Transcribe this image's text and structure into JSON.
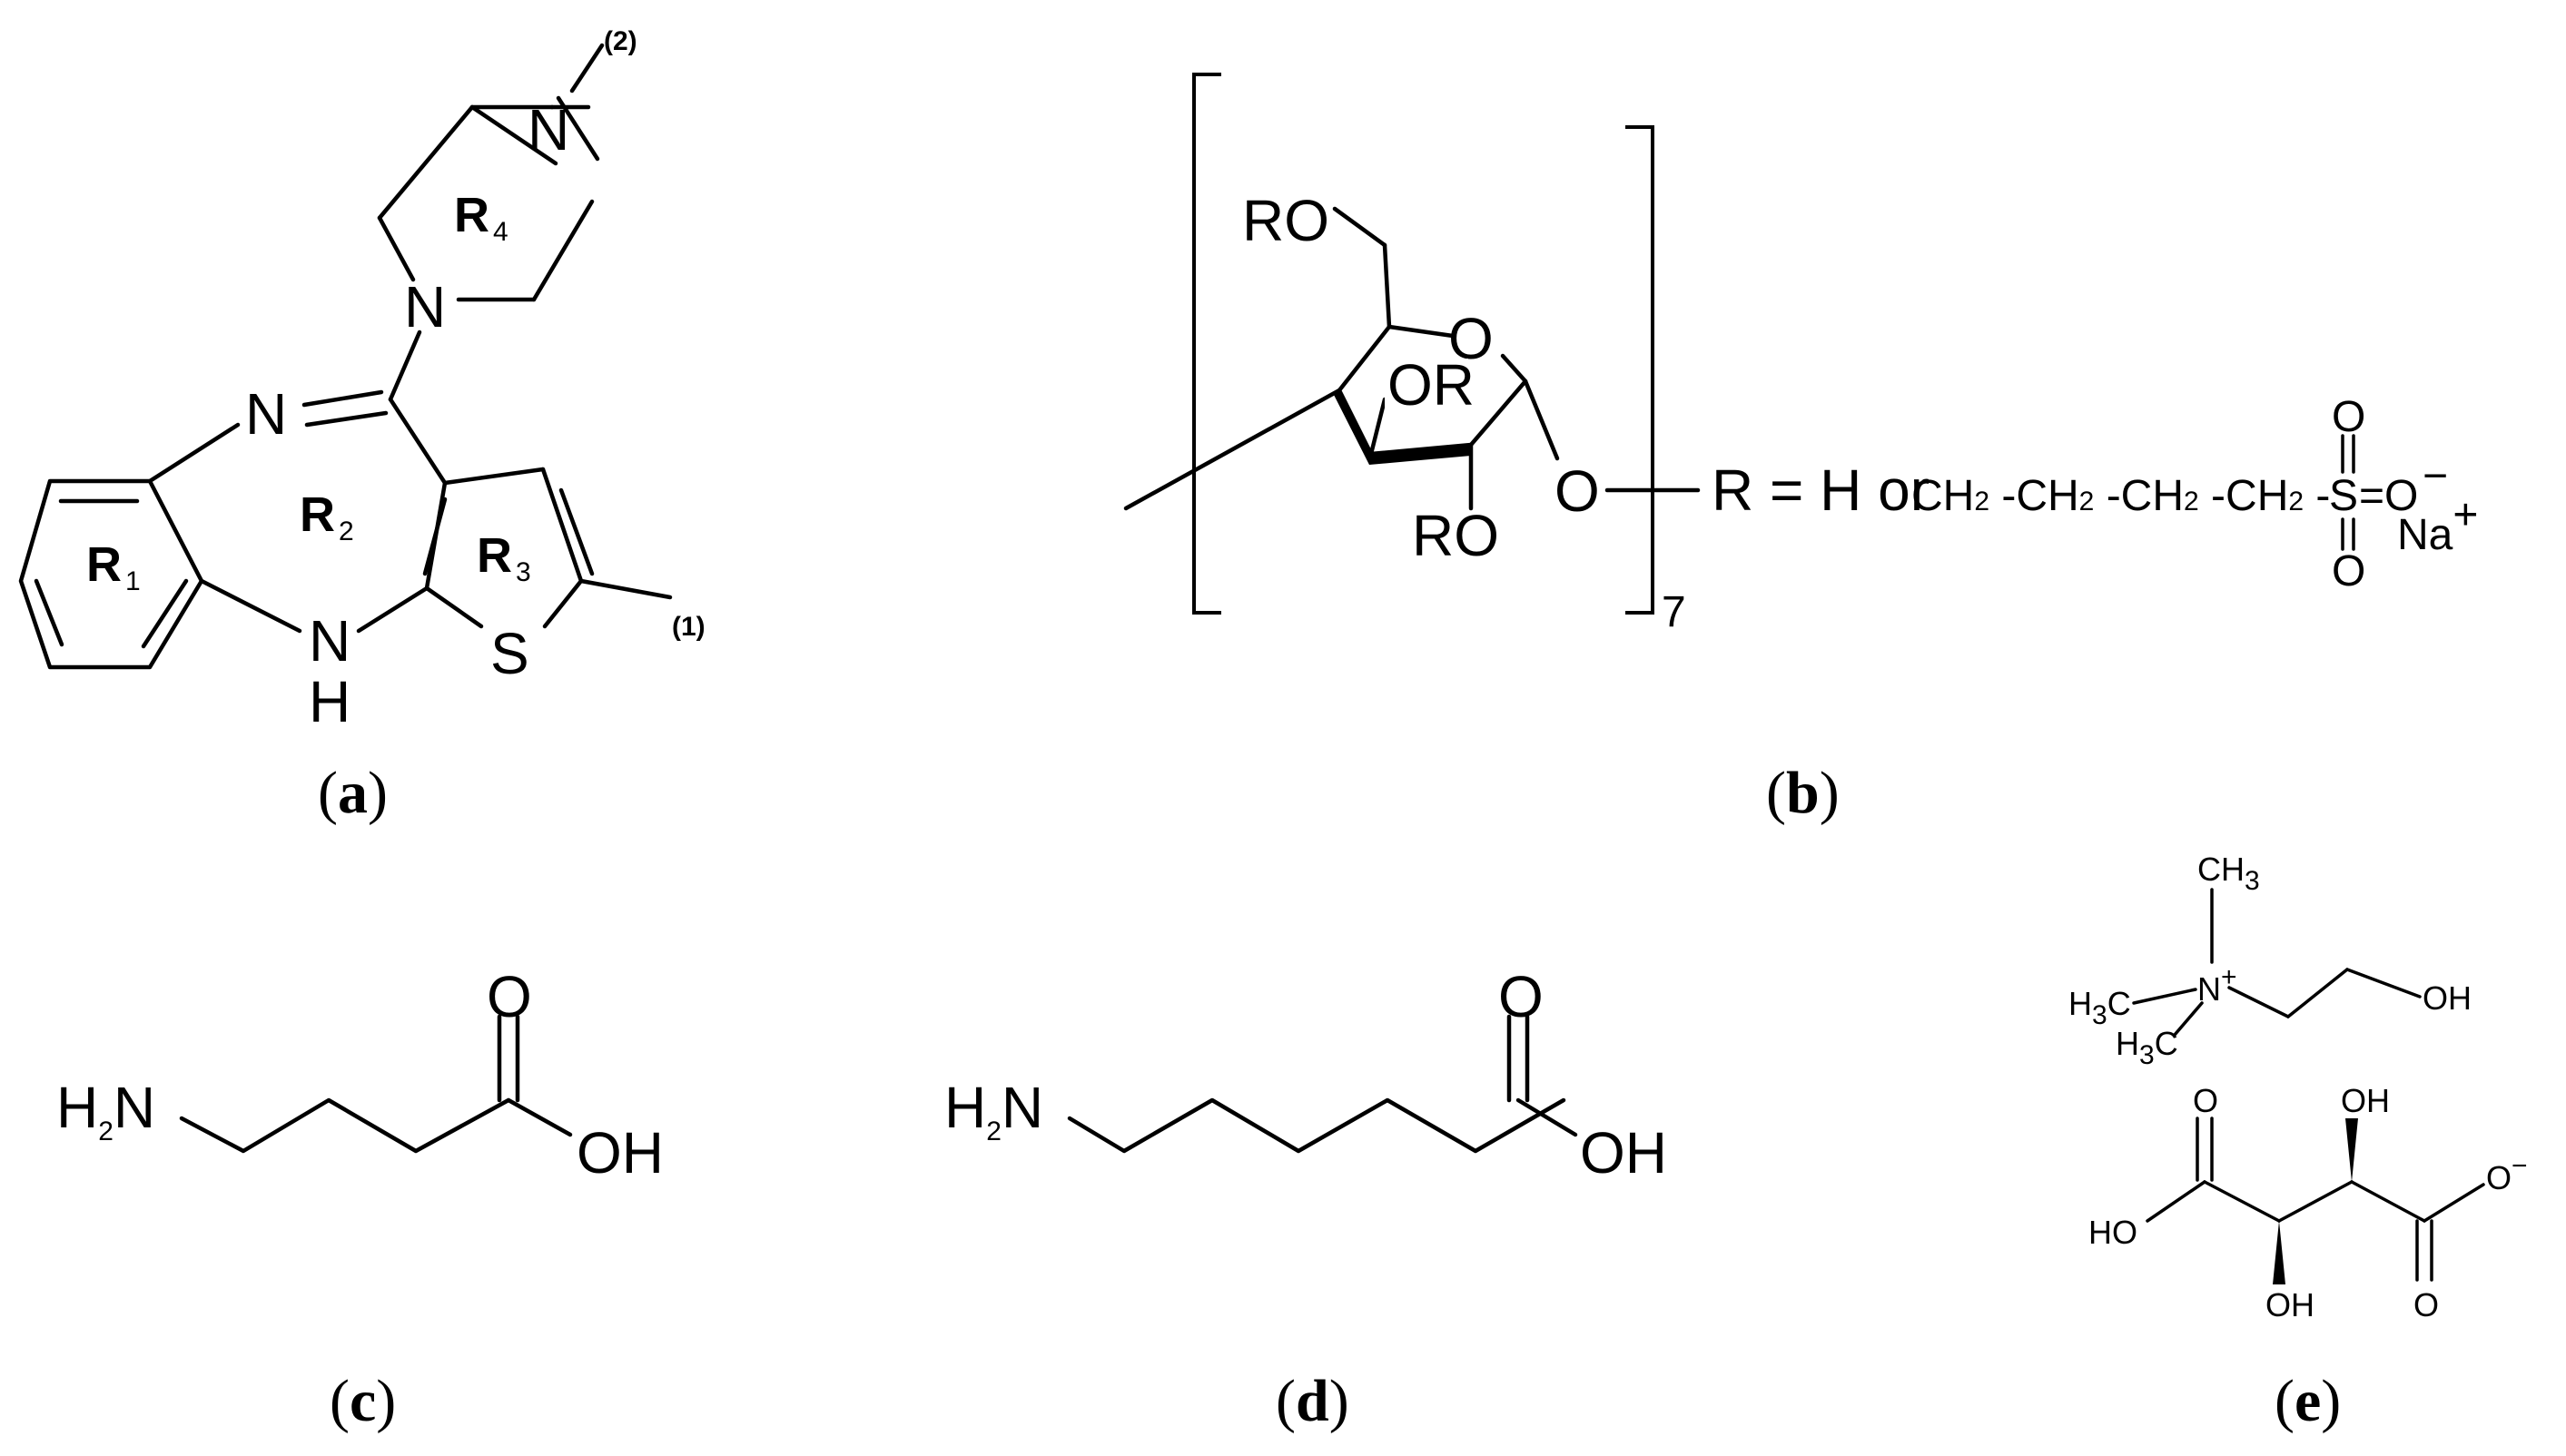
{
  "captions": {
    "a": {
      "open": "(",
      "letter": "a",
      "close": ")"
    },
    "b": {
      "open": "(",
      "letter": "b",
      "close": ")"
    },
    "c": {
      "open": "(",
      "letter": "c",
      "close": ")"
    },
    "d": {
      "open": "(",
      "letter": "d",
      "close": ")"
    },
    "e": {
      "open": "(",
      "letter": "e",
      "close": ")"
    }
  },
  "structure_a": {
    "atoms": {
      "n_top": "N",
      "n_pip": "N",
      "n_imine": "N",
      "n_h": "N",
      "h": "H",
      "s": "S"
    },
    "rings": {
      "r1": {
        "letter": "R",
        "index": "1"
      },
      "r2": {
        "letter": "R",
        "index": "2"
      },
      "r3": {
        "letter": "R",
        "index": "3"
      },
      "r4": {
        "letter": "R",
        "index": "4"
      }
    },
    "notes": {
      "methyl_1": "(1)",
      "methyl_2": "(2)"
    }
  },
  "structure_b": {
    "ro_top": "RO",
    "ring_o": "O",
    "or_label": "OR",
    "ro_bottom": "RO",
    "glyco_o": "O",
    "repeat": "7",
    "r_def": "R = H or",
    "chain": [
      "CH",
      "2",
      " -CH",
      "2",
      " -CH",
      "2",
      " -CH",
      "2",
      " -"
    ],
    "s": "S",
    "eq_o": "=O",
    "minus": "−",
    "o_top": "O",
    "o_bottom": "O",
    "na": "Na",
    "plus": "+"
  },
  "structure_c": {
    "h": "H",
    "two": "2",
    "n": "N",
    "o": "O",
    "oh": "OH"
  },
  "structure_d": {
    "h": "H",
    "two": "2",
    "n": "N",
    "o": "O",
    "oh": "OH"
  },
  "structure_e": {
    "ch3_top": "CH",
    "ch3_top_sub": "3",
    "n": "N",
    "plus": "+",
    "oh": "OH",
    "h3c_a": "H",
    "h3c_a_sub": "3",
    "h3c_a_c": "C",
    "h3c_b": "H",
    "h3c_b_sub": "3",
    "h3c_b_c": "C",
    "o_top": "O",
    "oh_top": "OH",
    "ho": "HO",
    "o_minus": "O",
    "minus": "−",
    "oh_bottom": "OH",
    "o_bottom": "O"
  }
}
